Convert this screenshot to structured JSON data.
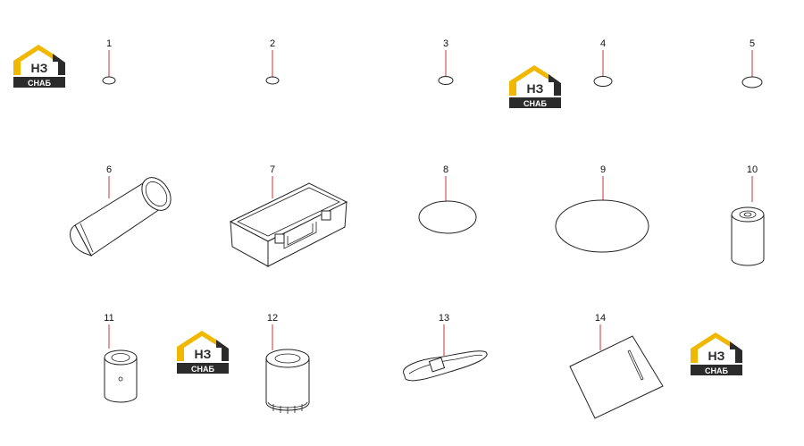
{
  "callouts": [
    "1",
    "2",
    "3",
    "4",
    "5",
    "6",
    "7",
    "8",
    "9",
    "10",
    "11",
    "12",
    "13",
    "14"
  ],
  "logo": {
    "top_text": "НЗ",
    "bottom_text": "СНАБ",
    "colors": {
      "roof": "#f0b800",
      "dark": "#2b2b2b",
      "text": "#ffffff"
    }
  },
  "colors": {
    "leader": "#d23030",
    "outline": "#222222",
    "background": "#ffffff"
  }
}
